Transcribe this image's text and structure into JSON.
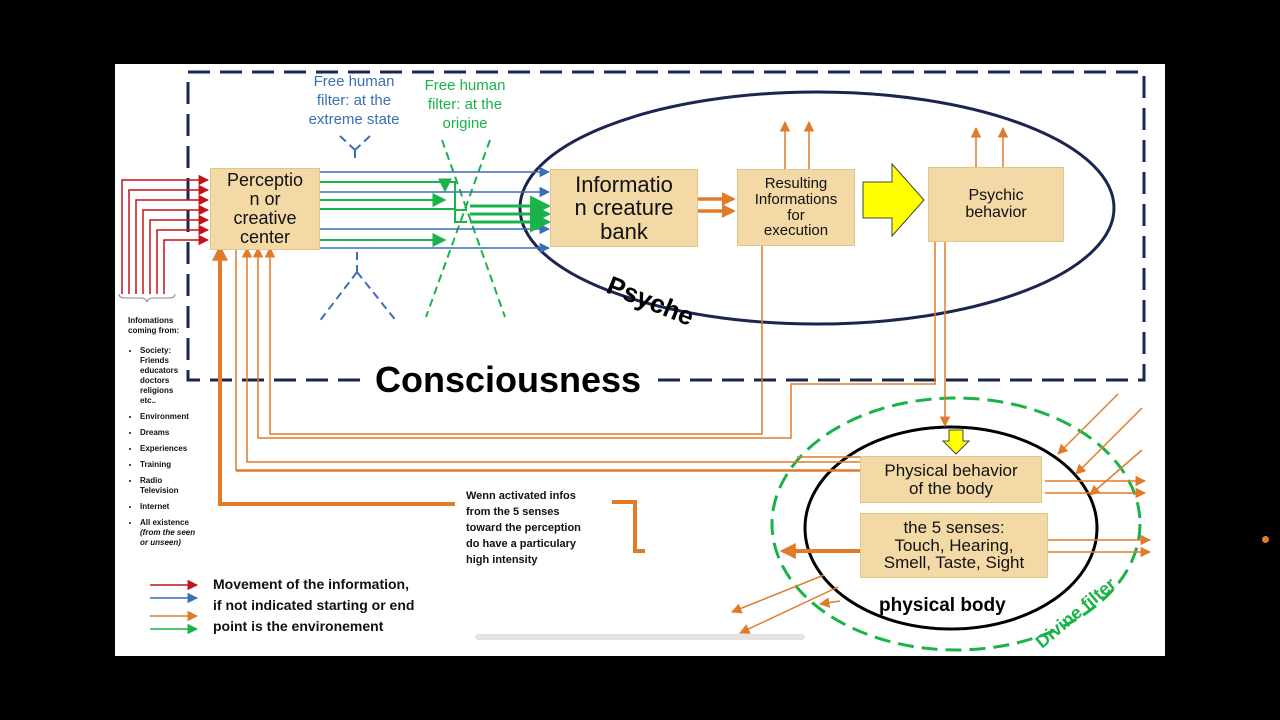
{
  "filters": {
    "extreme": [
      "Free human",
      "filter: at the",
      "extreme state"
    ],
    "origine": [
      "Free human",
      "filter: at the",
      "origine"
    ]
  },
  "boxes": {
    "perception": [
      "Perceptio",
      "n or",
      "creative",
      "center"
    ],
    "bank": [
      "Informatio",
      "n creature",
      "bank"
    ],
    "resulting": [
      "Resulting",
      "Informations",
      "for",
      "execution"
    ],
    "psychic": [
      "Psychic",
      "behavior"
    ],
    "physical_behavior": [
      "Physical behavior",
      "of the body"
    ],
    "senses": [
      "the 5 senses:",
      "Touch, Hearing,",
      "Smell, Taste, Sight"
    ]
  },
  "labels": {
    "psyche": "Psyche",
    "consciousness": "Consciousness",
    "physical_body": "physical body",
    "divine_filter": "Divine filter"
  },
  "sources": {
    "heading": [
      "Infomations",
      "coming from:"
    ],
    "items": [
      [
        "Society:",
        "Friends",
        "educators",
        "doctors",
        "religions",
        "etc.."
      ],
      [
        "Environment"
      ],
      [
        "Dreams"
      ],
      [
        "Experiences"
      ],
      [
        "Training"
      ],
      [
        "Radio",
        "Television"
      ],
      [
        "Internet"
      ],
      [
        "All existence",
        "(from the seen",
        "or unseen)"
      ]
    ]
  },
  "note": [
    "Wenn activated infos",
    "from the 5 senses",
    "toward the perception",
    "do have a particulary",
    "high intensity"
  ],
  "legend": [
    "Movement of the information,",
    "if not indicated starting or end",
    "point is the environement"
  ],
  "colors": {
    "red": "#c0141c",
    "blue": "#3a6fb5",
    "orange": "#e07b2a",
    "green": "#19b34a",
    "navy": "#1a2550",
    "box": "#f3d9a6",
    "yellow": "#ffff00"
  }
}
